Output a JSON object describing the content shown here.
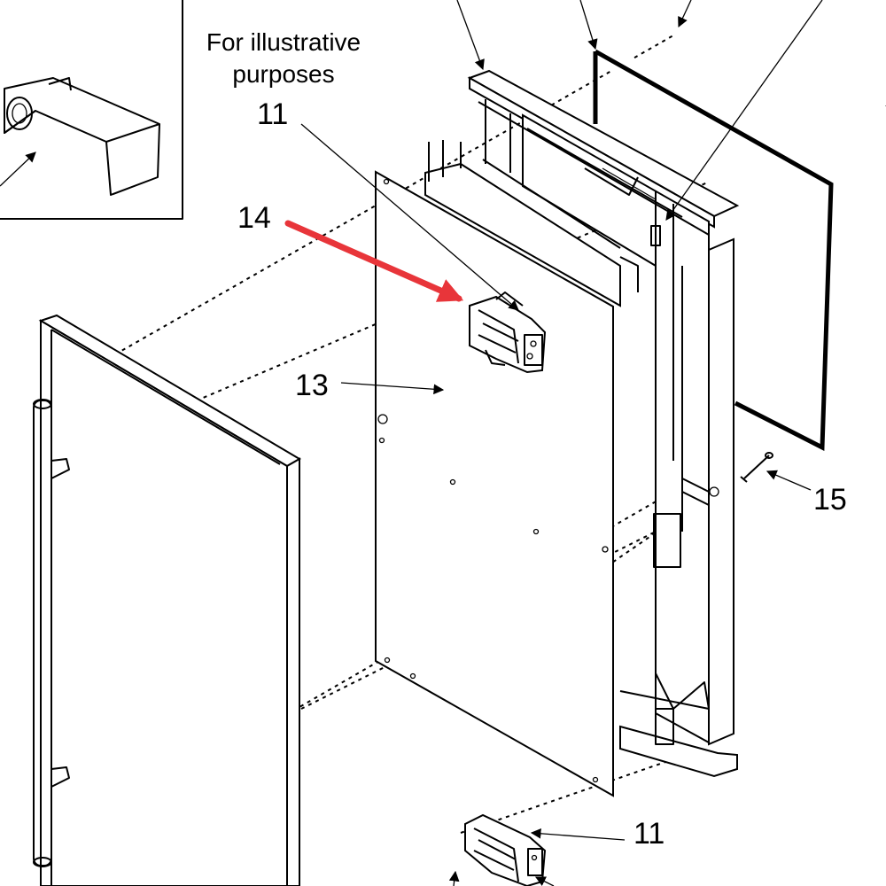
{
  "inset": {
    "note_line1": "For illustrative",
    "note_line2": "purposes"
  },
  "callouts": {
    "c11_top": "11",
    "c14": "14",
    "c13": "13",
    "c15": "15",
    "c11_bottom": "11"
  },
  "colors": {
    "highlight_arrow": "#e8353a",
    "line": "#000000",
    "background": "#ffffff"
  }
}
